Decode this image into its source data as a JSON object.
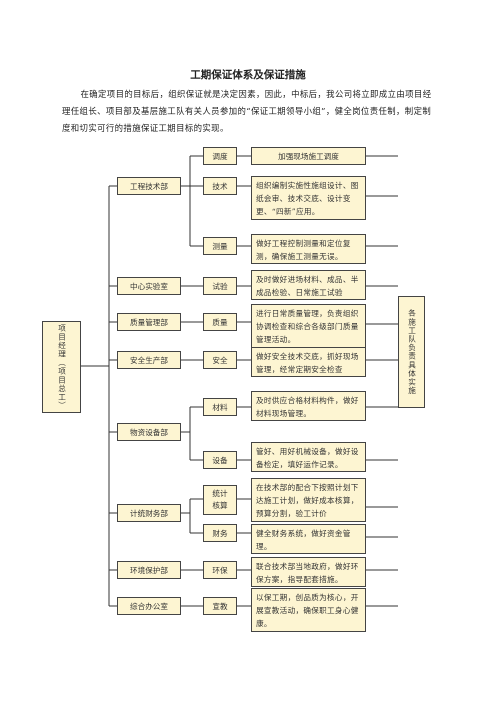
{
  "title": "工期保证体系及保证措施",
  "intro": "在确定项目的目标后，组织保证就是决定因素，因此，中标后，我公司将立即成立由项目经理任组长、项目部及基层施工队有关人员参加的“保证工期领导小组”，健全岗位责任制，制定制度和切实可行的措施保证工期目标的实现。",
  "chart": {
    "root": "项目经理（项目总工）",
    "right": "各施工队负责具体实施",
    "departments": {
      "engineering": "工程技术部",
      "lab": "中心实验室",
      "quality": "质量管理部",
      "safety": "安全生产部",
      "materials": "物资设备部",
      "finance": "计统财务部",
      "environment": "环境保护部",
      "office": "综合办公室"
    },
    "functions": {
      "dispatch": "调度",
      "tech": "技术",
      "survey": "测量",
      "test": "试验",
      "quality": "质量",
      "safety": "安全",
      "material": "材料",
      "equipment": "设备",
      "stats": "统计核算",
      "finance": "财务",
      "env": "环保",
      "publicity": "宣教"
    },
    "descriptions": {
      "dispatch": "加强现场施工调度",
      "tech": "组织编制实施性施组设计、图纸会审、技术交底、设计变更、“四新”应用。",
      "survey": "做好工程控制测量和定位复测，确保施工测量无误。",
      "test": "及时做好进场材料、成品、半成品检验、日常施工试验",
      "quality": "进行日常质量管理，负责组织协调检查和综合各级部门质量管理活动。",
      "safety": "做好安全技术交底，抓好现场管理，经常定期安全检查",
      "material": "及时供应合格材料构件，做好材料现场管理。",
      "equipment": "管好、用好机械设备，做好设备检定，填好运作记录。",
      "stats": "在技术部的配合下按照计划下达施工计划，做好成本核算，预算分割，验工计价",
      "finance": "健全财务系统，做好资金管理。",
      "env": "联合技术部当地政府，做好环保方案，指导配套措施。",
      "publicity": "以保工期，创品质为核心，开展宣教活动，确保职工身心健康。"
    }
  }
}
